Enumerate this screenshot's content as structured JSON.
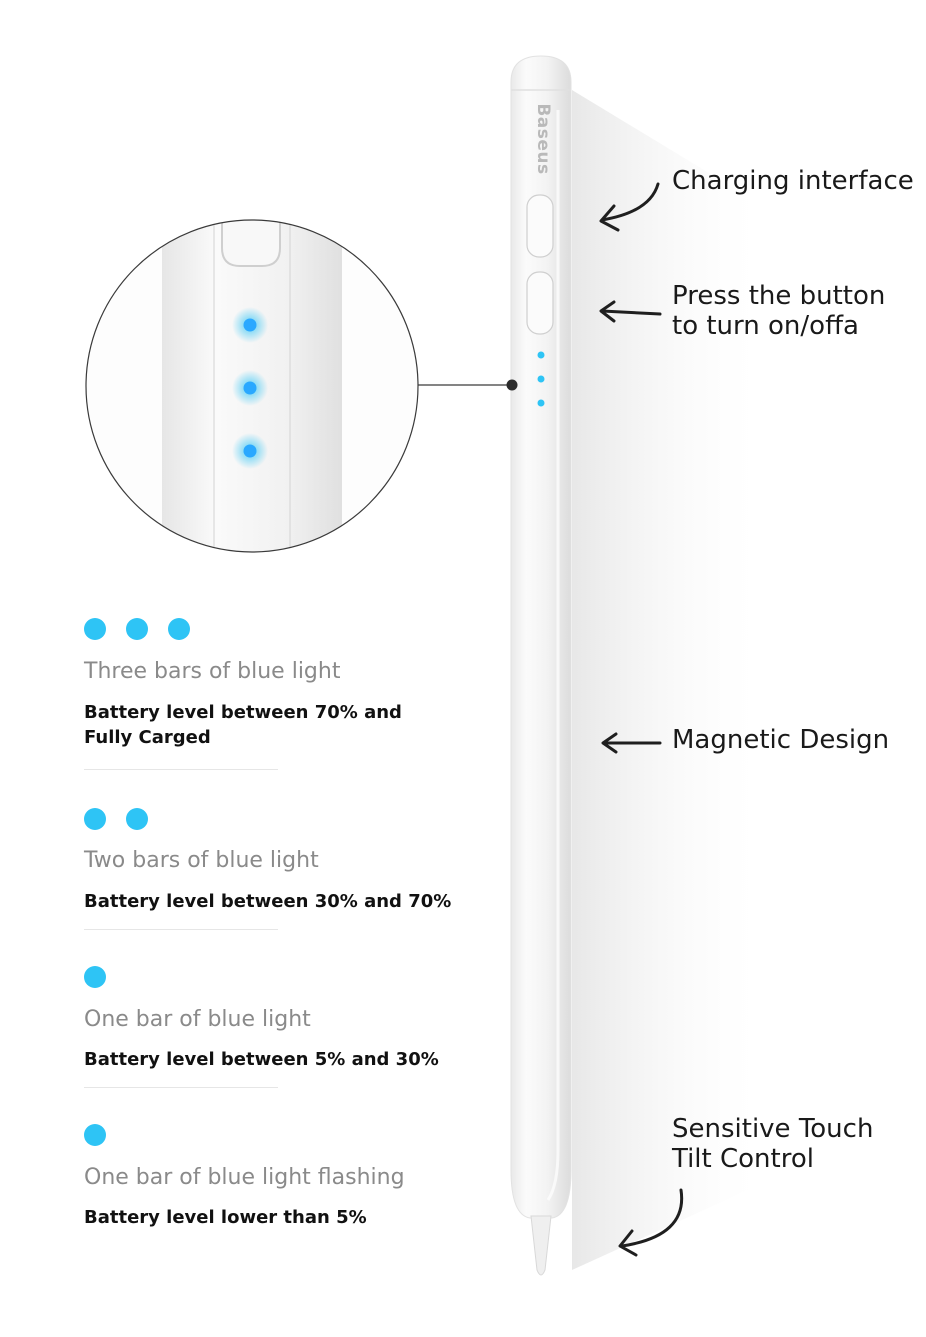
{
  "pen": {
    "brand": "Baseus",
    "led_color": "#2ec4f5",
    "body_color": "#f4f4f4"
  },
  "callouts": {
    "charging": "Charging interface",
    "button_line1": "Press the button",
    "button_line2": "to turn on/offa",
    "magnetic": "Magnetic Design",
    "touch_line1": "Sensitive Touch",
    "touch_line2": "Tilt Control"
  },
  "legend": [
    {
      "dots": 3,
      "title": "Three bars of blue light",
      "desc_line1": "Battery level between 70% and",
      "desc_line2": "Fully Carged"
    },
    {
      "dots": 2,
      "title": "Two bars of blue light",
      "desc_line1": "Battery level between 30% and 70%"
    },
    {
      "dots": 1,
      "title": "One bar of blue light",
      "desc_line1": "Battery level between 5% and 30%"
    },
    {
      "dots": 1,
      "title": "One bar of blue light flashing",
      "desc_line1": "Battery level lower than 5%"
    }
  ]
}
